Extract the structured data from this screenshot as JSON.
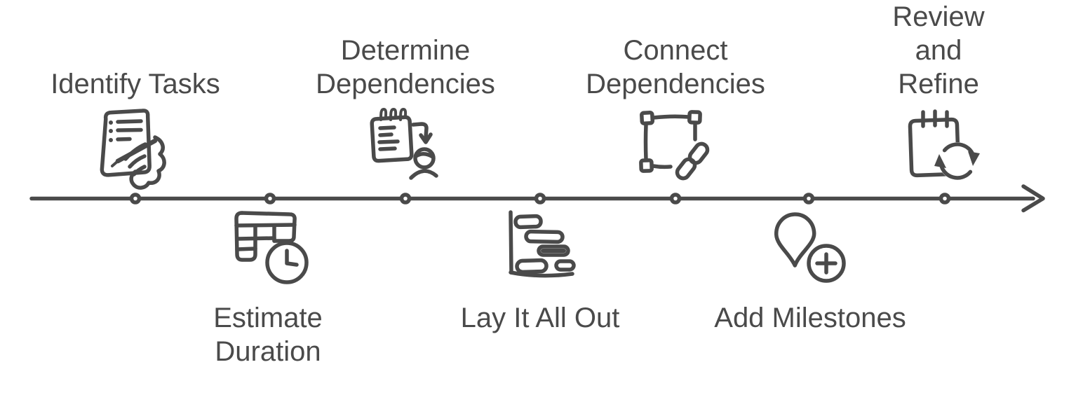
{
  "diagram": {
    "type": "process-timeline",
    "direction": "left-to-right",
    "colors": {
      "ink": "#4a4a4a",
      "background": "#ffffff"
    },
    "timeline": {
      "node_count": 7,
      "arrowhead": "right-chevron"
    }
  },
  "steps": [
    {
      "label": "Identify Tasks",
      "side": "top",
      "icon": "checklist-pen-icon"
    },
    {
      "label": "Estimate\nDuration",
      "side": "bottom",
      "icon": "table-clock-icon"
    },
    {
      "label": "Determine\nDependencies",
      "side": "top",
      "icon": "notepad-arrow-person-icon"
    },
    {
      "label": "Lay It All Out",
      "side": "bottom",
      "icon": "gantt-chart-icon"
    },
    {
      "label": "Connect\nDependencies",
      "side": "top",
      "icon": "selection-link-icon"
    },
    {
      "label": "Add Milestones",
      "side": "bottom",
      "icon": "map-pin-plus-icon"
    },
    {
      "label": "Review and\nRefine",
      "side": "top",
      "icon": "notepad-sync-icon"
    }
  ]
}
